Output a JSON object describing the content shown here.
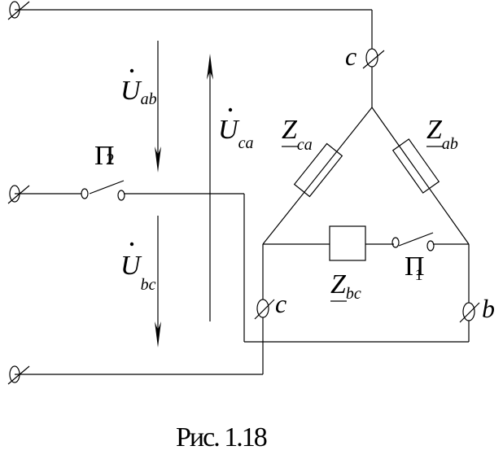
{
  "diagram": {
    "voltages": {
      "u_ab": {
        "main": "U",
        "sub": "ab"
      },
      "u_ca": {
        "main": "U",
        "sub": "ca"
      },
      "u_bc": {
        "main": "U",
        "sub": "bc"
      }
    },
    "impedances": {
      "z_ca": {
        "main": "Z",
        "sub": "ca"
      },
      "z_ab": {
        "main": "Z",
        "sub": "ab"
      },
      "z_bc": {
        "main": "Z",
        "sub": "bc"
      }
    },
    "switches": {
      "p2": {
        "main": "П",
        "sub": "2"
      },
      "p1": {
        "main": "П",
        "sub": "1"
      }
    },
    "nodes": {
      "top": "c",
      "left": "c",
      "right": "b"
    },
    "caption": "Рис. 1.18"
  }
}
